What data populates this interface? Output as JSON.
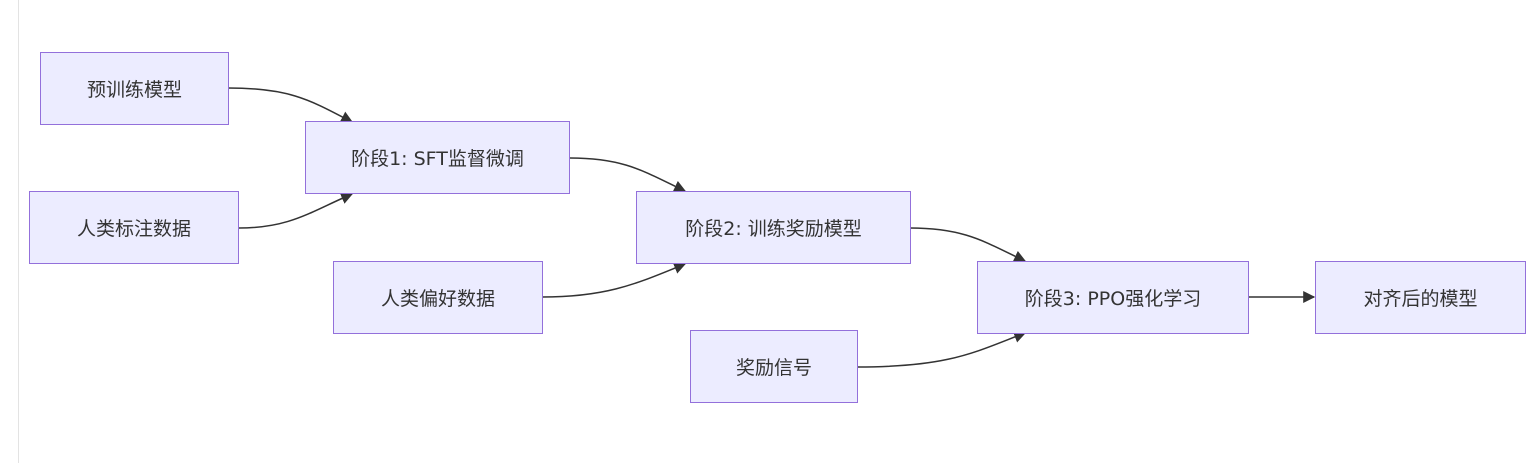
{
  "diagram": {
    "type": "flowchart",
    "direction": "LR",
    "colors": {
      "node_fill": "#ECECFF",
      "node_stroke": "#9370DB",
      "edge": "#333333",
      "text": "#333333"
    },
    "nodes": {
      "pretrained": "预训练模型",
      "human_labels": "人类标注数据",
      "stage1": "阶段1: SFT监督微调",
      "human_pref": "人类偏好数据",
      "stage2": "阶段2: 训练奖励模型",
      "reward_signal": "奖励信号",
      "stage3": "阶段3: PPO强化学习",
      "aligned": "对齐后的模型"
    },
    "edges": [
      [
        "pretrained",
        "stage1"
      ],
      [
        "human_labels",
        "stage1"
      ],
      [
        "stage1",
        "stage2"
      ],
      [
        "human_pref",
        "stage2"
      ],
      [
        "stage2",
        "stage3"
      ],
      [
        "reward_signal",
        "stage3"
      ],
      [
        "stage3",
        "aligned"
      ]
    ]
  }
}
